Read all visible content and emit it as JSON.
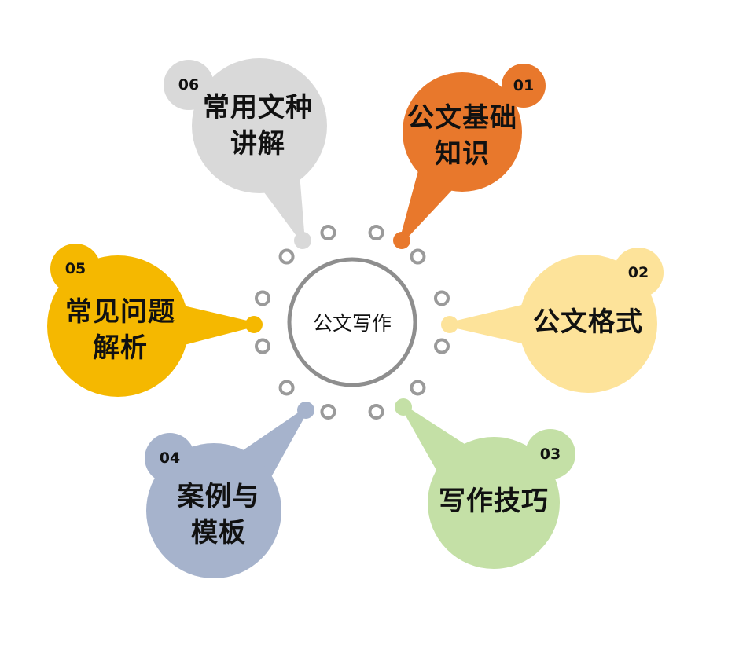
{
  "center": {
    "title": "公文写作"
  },
  "colors": {
    "orange": "#E8782C",
    "yellow_light": "#FDE39A",
    "green": "#C4E0A6",
    "blue_gray": "#A6B3CC",
    "gold": "#F5B800",
    "gray": "#D9D9D9",
    "ring": "#8E8E8E"
  },
  "nodes": [
    {
      "number": "01",
      "lines": [
        "公文基础",
        "知识"
      ],
      "color": "#E8782C"
    },
    {
      "number": "02",
      "lines": [
        "公文格式"
      ],
      "color": "#FDE39A"
    },
    {
      "number": "03",
      "lines": [
        "写作技巧"
      ],
      "color": "#C4E0A6"
    },
    {
      "number": "04",
      "lines": [
        "案例与",
        "模板"
      ],
      "color": "#A6B3CC"
    },
    {
      "number": "05",
      "lines": [
        "常见问题",
        "解析"
      ],
      "color": "#F5B800"
    },
    {
      "number": "06",
      "lines": [
        "常用文种",
        "讲解"
      ],
      "color": "#D9D9D9"
    }
  ]
}
